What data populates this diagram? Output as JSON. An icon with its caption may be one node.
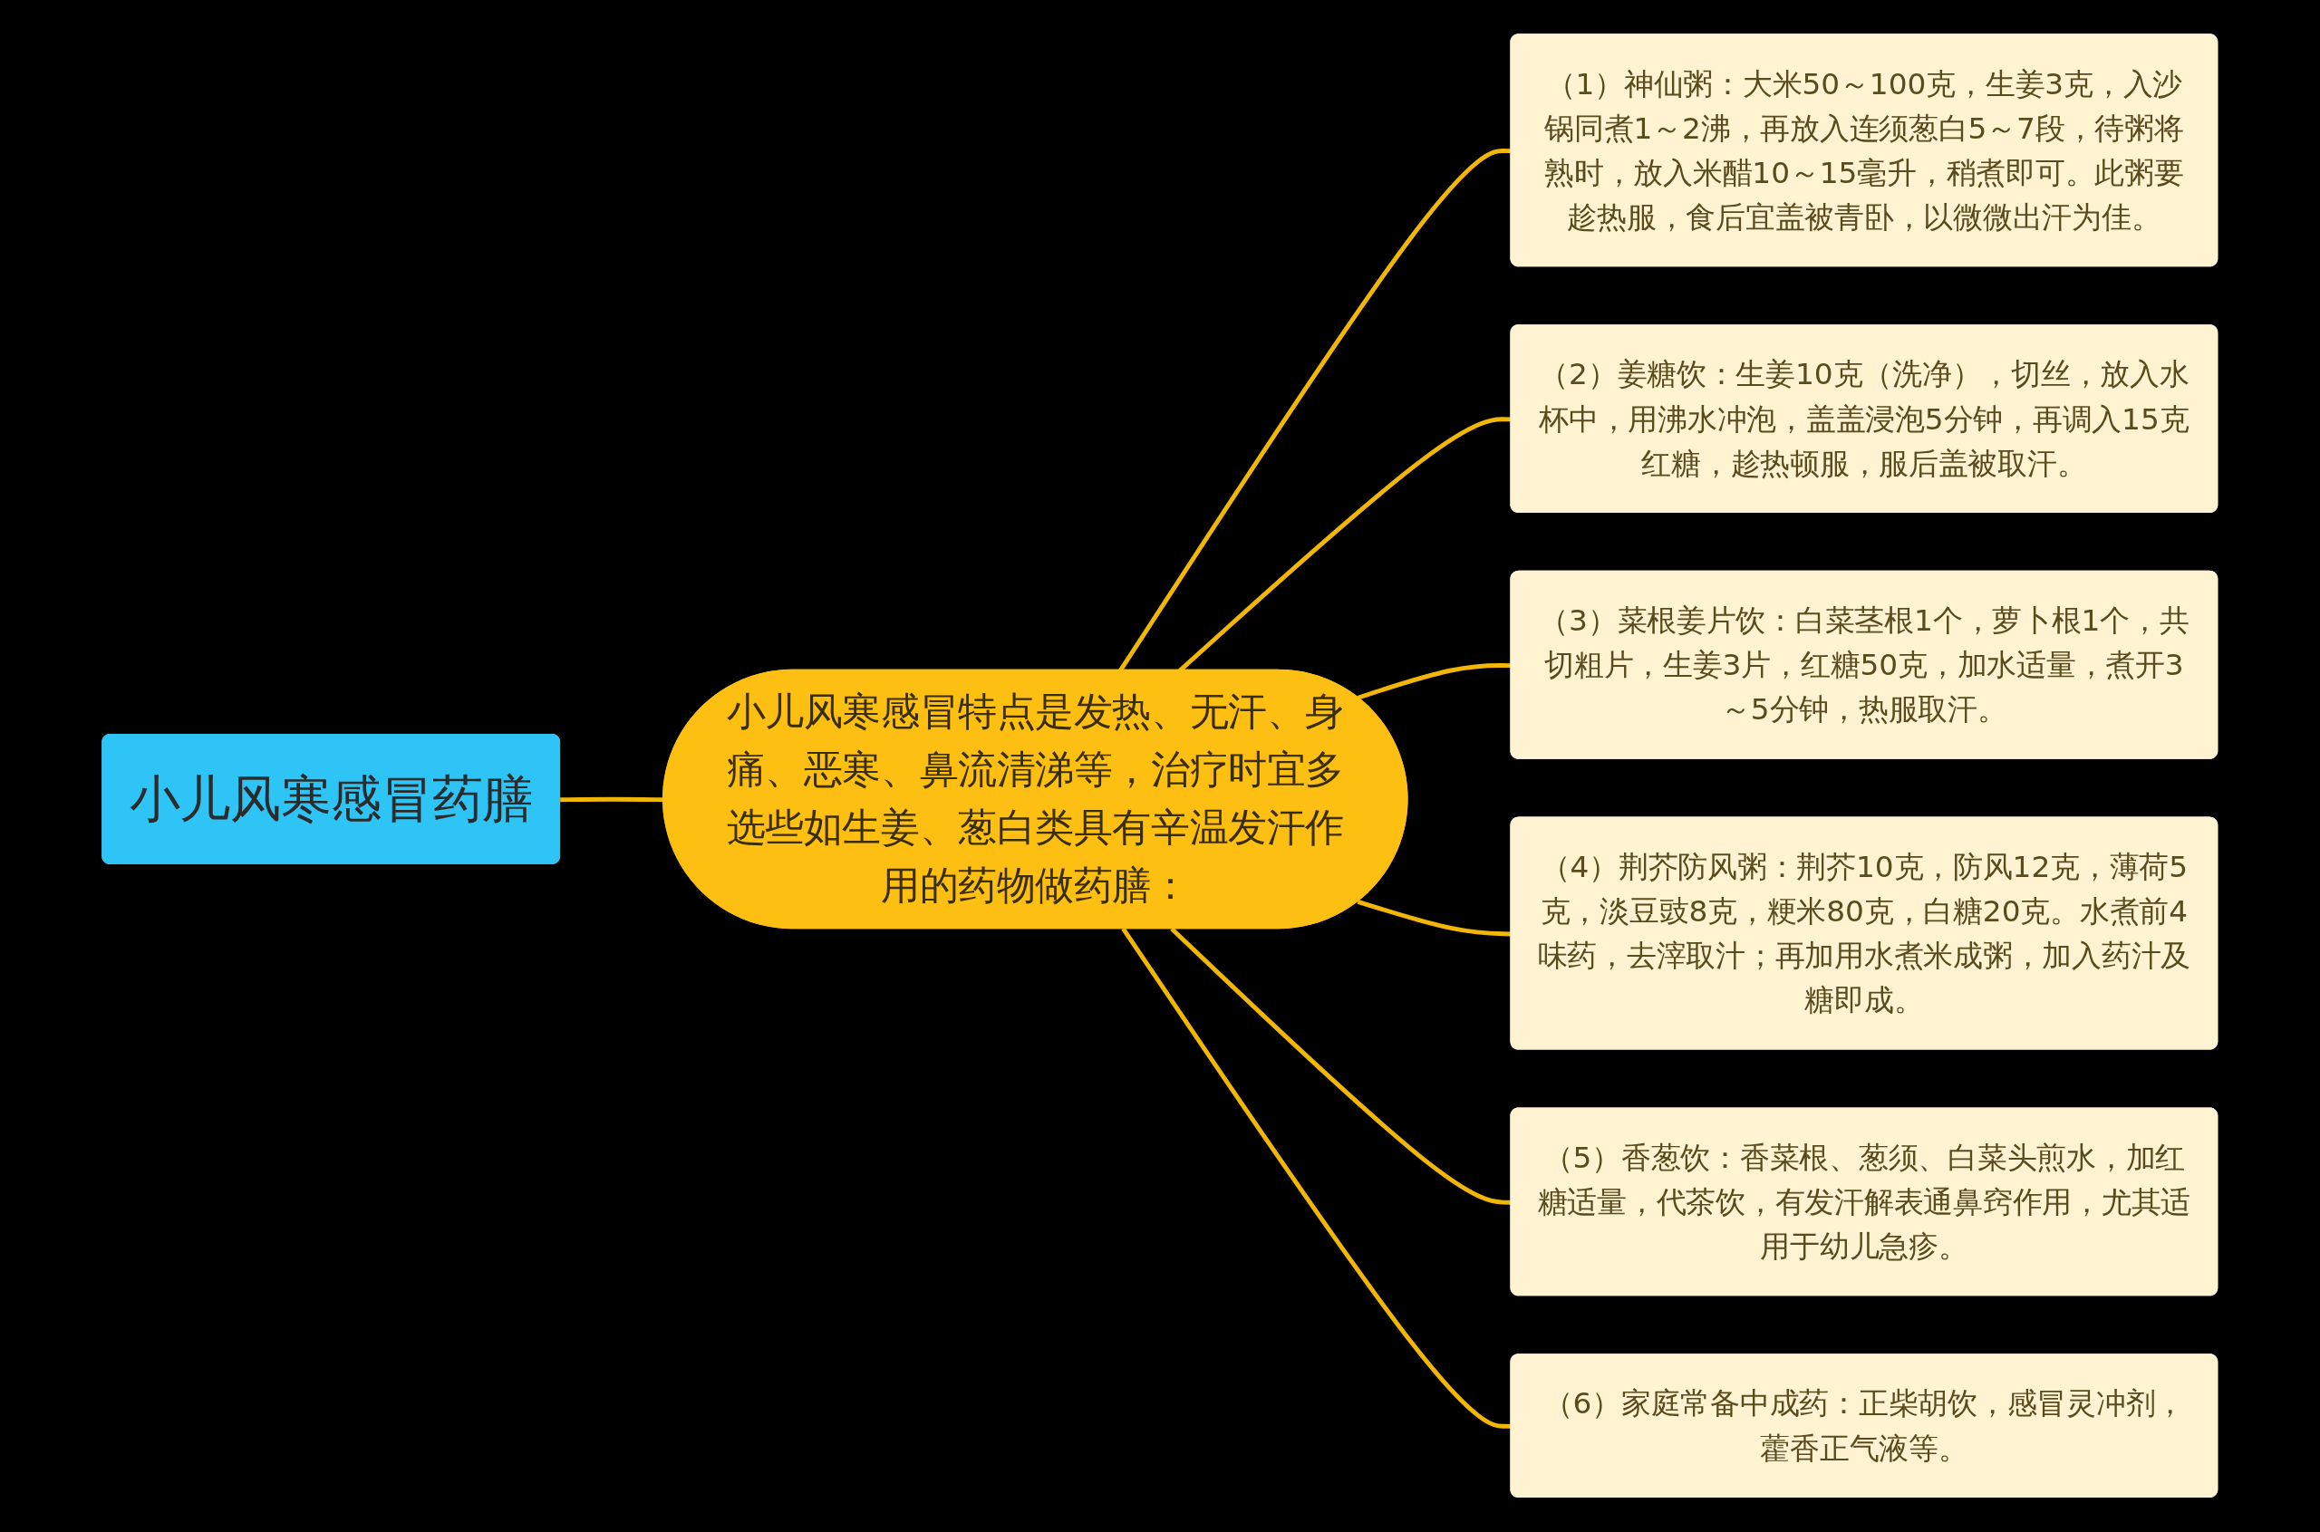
{
  "diagram": {
    "nodes": [
      {
        "text": [
          "小儿风寒感冒药膳"
        ]
      },
      {
        "text": [
          "小儿风寒感冒特点是发热、无汗、身痛、恶寒、鼻流清涕等，治疗时宜多选些如生姜、葱白类具有辛温发汗作用的药物做药膳："
        ]
      },
      {
        "text": [
          "（1）神仙粥：大米50～100克，生姜3克，入沙锅同煮1～2沸，再放入连须葱白5～7段，待粥将熟时，放入米醋10～15毫升，稍煮即可。此粥要趁热服，食后宜盖被青卧，以微微出汗为佳。"
        ]
      },
      {
        "text": [
          "（2）姜糖饮：生姜10克（洗净），切丝，放入水杯中，用沸水冲泡，盖盖浸泡5分钟，再调入15克红糖，趁热顿服，服后盖被取汗。"
        ]
      },
      {
        "text": [
          "（3）菜根姜片饮：白菜茎根1个，萝卜根1个，共切粗片，生姜3片，红糖50克，加水适量，煮开3～5分钟，热服取汗。"
        ]
      },
      {
        "text": [
          "（4）荆芥防风粥：荆芥10克，防风12克，薄荷5克，淡豆豉8克，粳米80克，白糖20克。水煮前4味药，去滓取汁；再加用水煮米成粥，加入药汁及糖即成。"
        ]
      },
      {
        "text": [
          "（5）香葱饮：香菜根、葱须、白菜头煎水，加红糖适量，代茶饮，有发汗解表通鼻窍作用，尤其适用于幼儿急疹。"
        ]
      },
      {
        "text": [
          "（6）家庭常备中成药：正柴胡饮，感冒灵冲剂，藿香正气液等。"
        ]
      }
    ],
    "edges": [
      {
        "from": 0,
        "to": 1,
        "arrow": "none"
      },
      {
        "from": 1,
        "to": 2,
        "arrow": "none"
      },
      {
        "from": 1,
        "to": 3,
        "arrow": "none"
      },
      {
        "from": 1,
        "to": 4,
        "arrow": "none"
      },
      {
        "from": 1,
        "to": 5,
        "arrow": "none"
      },
      {
        "from": 1,
        "to": 6,
        "arrow": "none"
      },
      {
        "from": 1,
        "to": 7,
        "arrow": "none"
      }
    ]
  }
}
